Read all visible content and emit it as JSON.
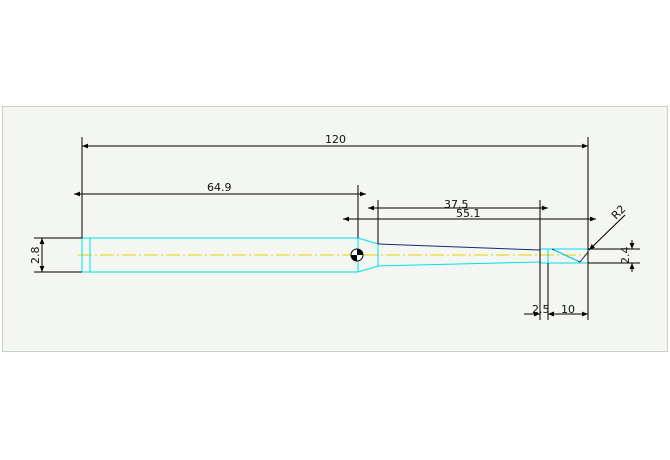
{
  "drawing": {
    "dimensions": {
      "overall_length": "120",
      "shank_length": "64.9",
      "neck_length": "37.5",
      "flute_length": "55.1",
      "shank_diameter": "2.8",
      "corner_radius": "R2",
      "tip_diameter": "2.4",
      "small_step": "2.5",
      "tip_length": "10"
    },
    "colors": {
      "part_outline": "#00e0e6",
      "centerline": "#e8d000",
      "dimension": "#000000",
      "tapered_edge": "#1a2a6e",
      "background": "#f3f6f1"
    }
  }
}
